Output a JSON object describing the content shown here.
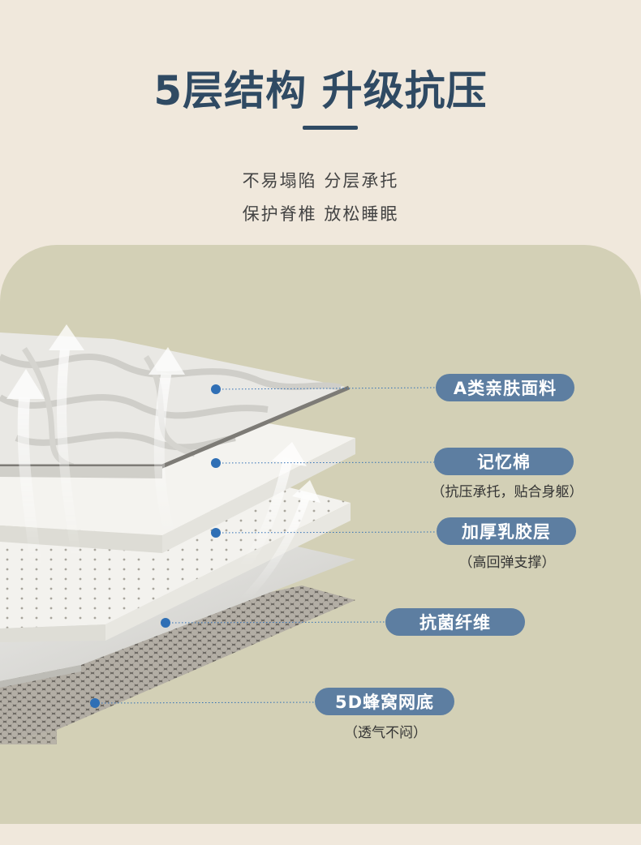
{
  "header": {
    "title": "5层结构 升级抗压",
    "subtitle_line1": "不易塌陷 分层承托",
    "subtitle_line2": "保护脊椎 放松睡眠"
  },
  "layers": [
    {
      "label": "A类亲肤面料",
      "note": ""
    },
    {
      "label": "记忆棉",
      "note": "（抗压承托，贴合身躯）"
    },
    {
      "label": "加厚乳胶层",
      "note": "（高回弹支撑）"
    },
    {
      "label": "抗菌纤维",
      "note": ""
    },
    {
      "label": "5D蜂窝网底",
      "note": "（透气不闷）"
    }
  ],
  "colors": {
    "accent": "#5d7ea1",
    "title": "#2f4a63",
    "panel_bg": "#d3d0b6",
    "page_bg": "#f0e8dc",
    "marker": "#2f6fb5"
  }
}
